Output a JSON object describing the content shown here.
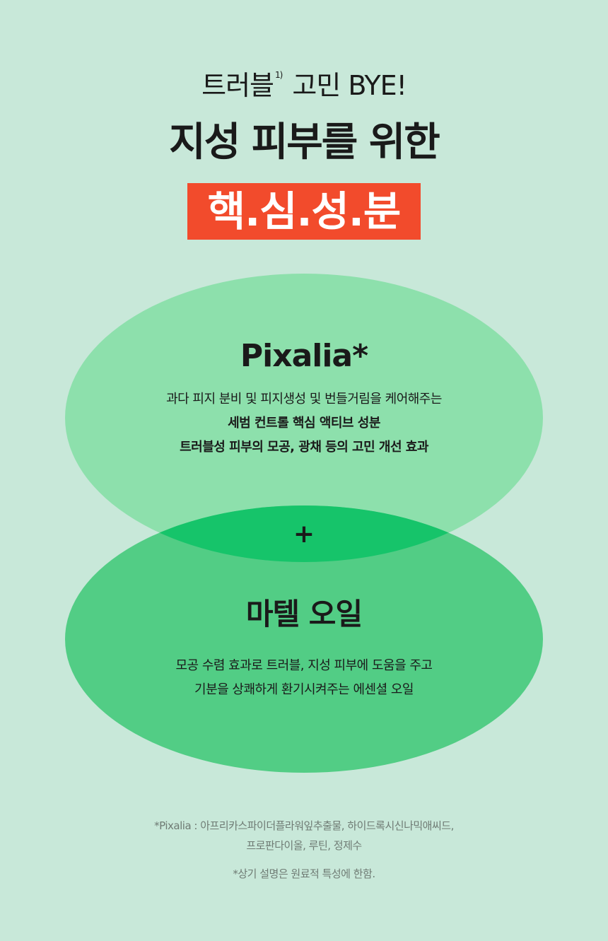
{
  "header": {
    "subtitle": "트러블 고민 BYE!",
    "subtitle_pre": "트러블",
    "subtitle_sup": "1)",
    "subtitle_post": " 고민 BYE!",
    "title": "지성 피부를 위한",
    "badge": "핵.심.성.분"
  },
  "ingredient1": {
    "name": "Pixalia*",
    "lines": [
      "과다 피지 분비 및 피지생성 및 번들거림을 케어해주는",
      "세범 컨트롤 핵심 액티브 성분",
      "트러블성 피부의 모공, 광채 등의 고민 개선 효과"
    ]
  },
  "plus": "+",
  "ingredient2": {
    "name": "마텔 오일",
    "lines": [
      "모공 수렴 효과로 트러블, 지성 피부에 도움을 주고",
      "기분을 상쾌하게 환기시켜주는 에센셜 오일"
    ]
  },
  "notes": {
    "pixalia": [
      "*Pixalia : 아프리카스파이더플라워잎추출물, 하이드록시신나믹애씨드,",
      "프로판다이올, 루틴, 정제수"
    ],
    "disclaimer": "*상기 설명은 원료적 특성에 한함."
  },
  "colors": {
    "background": "#c8e8d9",
    "top_ellipse": "#8de0ac",
    "bottom_ellipse": "#52cd85",
    "overlap": "#16c46a",
    "badge": "#f24b2c"
  }
}
